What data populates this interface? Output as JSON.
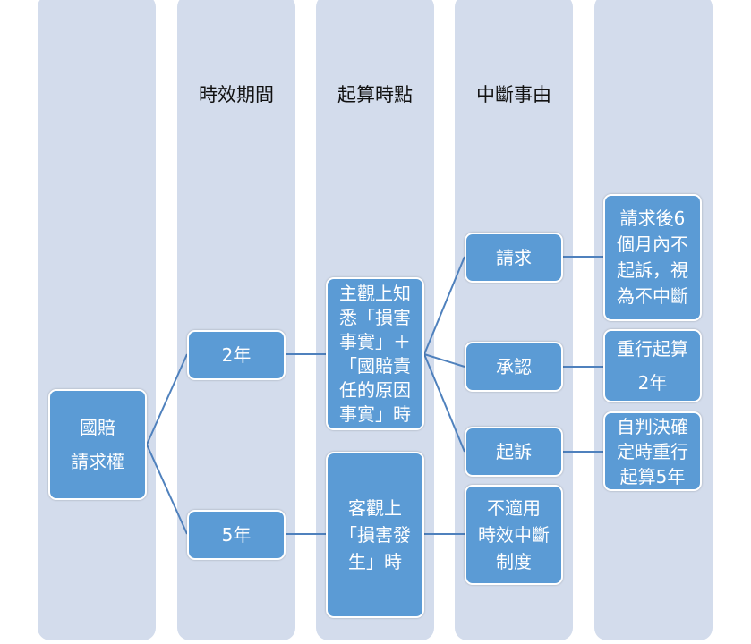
{
  "headers": [
    "時效期間",
    "起算時點",
    "中斷事由"
  ],
  "root": {
    "lines": [
      "國賠",
      "請求權"
    ]
  },
  "periods": [
    {
      "label": "2年"
    },
    {
      "label": "5年"
    }
  ],
  "start_points": [
    {
      "lines": [
        "主觀上知",
        "悉「損害",
        "事實」＋",
        "「國賠責",
        "任的原因",
        "事實」時"
      ]
    },
    {
      "lines": [
        "客觀上",
        "「損害發",
        "生」時"
      ]
    }
  ],
  "interruptions": [
    {
      "lines": [
        "請求"
      ]
    },
    {
      "lines": [
        "承認"
      ]
    },
    {
      "lines": [
        "起訴"
      ]
    },
    {
      "lines": [
        "不適用",
        "時效中斷",
        "制度"
      ]
    }
  ],
  "effects": [
    {
      "lines": [
        "請求後6",
        "個月內不",
        "起訴，視",
        "為不中斷"
      ]
    },
    {
      "lines": [
        "重行起算",
        "2年"
      ]
    },
    {
      "lines": [
        "自判決確",
        "定時重行",
        "起算5年"
      ]
    }
  ],
  "colors": {
    "column": "#d3dcec",
    "box": "#5b9bd5",
    "line": "#4f81bd"
  }
}
